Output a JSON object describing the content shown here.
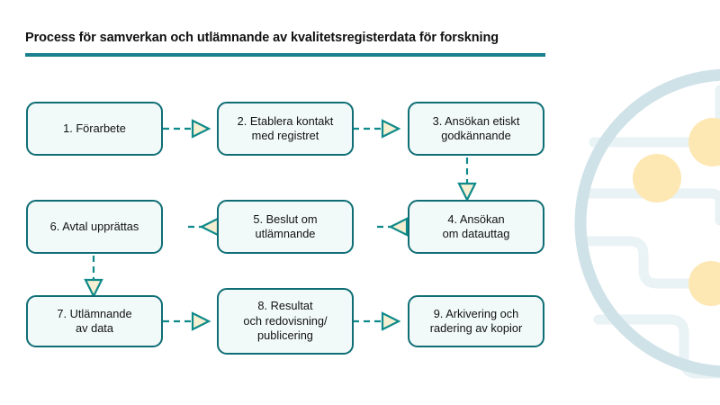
{
  "header": {
    "title": "Process för samverkan och utlämnande av kvalitetsregisterdata för forskning"
  },
  "colors": {
    "accent_teal": "#0f6e75",
    "rule_teal": "#1a7f8e",
    "node_fill": "#f2f9f9",
    "arrow_fill": "#f7efd2",
    "decor_ring": "#cfe2e8",
    "decor_trace": "#e8f1f3",
    "decor_dot": "#fde8b4",
    "text": "#121212",
    "background": "#ffffff"
  },
  "diagram": {
    "type": "flowchart",
    "orientation": "serpentine",
    "nodes": [
      {
        "id": 1,
        "label": "1. Förarbete",
        "lines": [
          "1. Förarbete"
        ],
        "row": 1,
        "col": 1
      },
      {
        "id": 2,
        "label": "2. Etablera kontakt med registret",
        "lines": [
          "2. Etablera kontakt",
          "med registret"
        ],
        "row": 1,
        "col": 2
      },
      {
        "id": 3,
        "label": "3. Ansökan etiskt godkännande",
        "lines": [
          "3. Ansökan etiskt",
          "godkännande"
        ],
        "row": 1,
        "col": 3
      },
      {
        "id": 4,
        "label": "4. Ansökan om datauttag",
        "lines": [
          "4. Ansökan",
          "om datauttag"
        ],
        "row": 2,
        "col": 3
      },
      {
        "id": 5,
        "label": "5. Beslut om utlämnande",
        "lines": [
          "5. Beslut om",
          "utlämnande"
        ],
        "row": 2,
        "col": 2
      },
      {
        "id": 6,
        "label": "6. Avtal upprättas",
        "lines": [
          "6. Avtal upprättas"
        ],
        "row": 2,
        "col": 1
      },
      {
        "id": 7,
        "label": "7. Utlämnande av data",
        "lines": [
          "7. Utlämnande",
          "av data"
        ],
        "row": 3,
        "col": 1
      },
      {
        "id": 8,
        "label": "8. Resultat och redovisning/ publicering",
        "lines": [
          "8. Resultat",
          "och redovisning/",
          "publicering"
        ],
        "row": 3,
        "col": 2
      },
      {
        "id": 9,
        "label": "9. Arkivering och radering av kopior",
        "lines": [
          "9. Arkivering och",
          "radering av kopior"
        ],
        "row": 3,
        "col": 3
      }
    ],
    "edges": [
      {
        "from": 1,
        "to": 2,
        "direction": "right",
        "style": "dashed"
      },
      {
        "from": 2,
        "to": 3,
        "direction": "right",
        "style": "dashed"
      },
      {
        "from": 3,
        "to": 4,
        "direction": "down",
        "style": "dashed"
      },
      {
        "from": 4,
        "to": 5,
        "direction": "left",
        "style": "dashed"
      },
      {
        "from": 5,
        "to": 6,
        "direction": "left",
        "style": "dashed"
      },
      {
        "from": 6,
        "to": 7,
        "direction": "down",
        "style": "dashed"
      },
      {
        "from": 7,
        "to": 8,
        "direction": "right",
        "style": "dashed"
      },
      {
        "from": 8,
        "to": 9,
        "direction": "right",
        "style": "dashed"
      }
    ]
  },
  "decoration": {
    "name": "circuit-globe-graphic",
    "description": "Pale blue circle ring with circuit-board traces and amber nodes"
  }
}
